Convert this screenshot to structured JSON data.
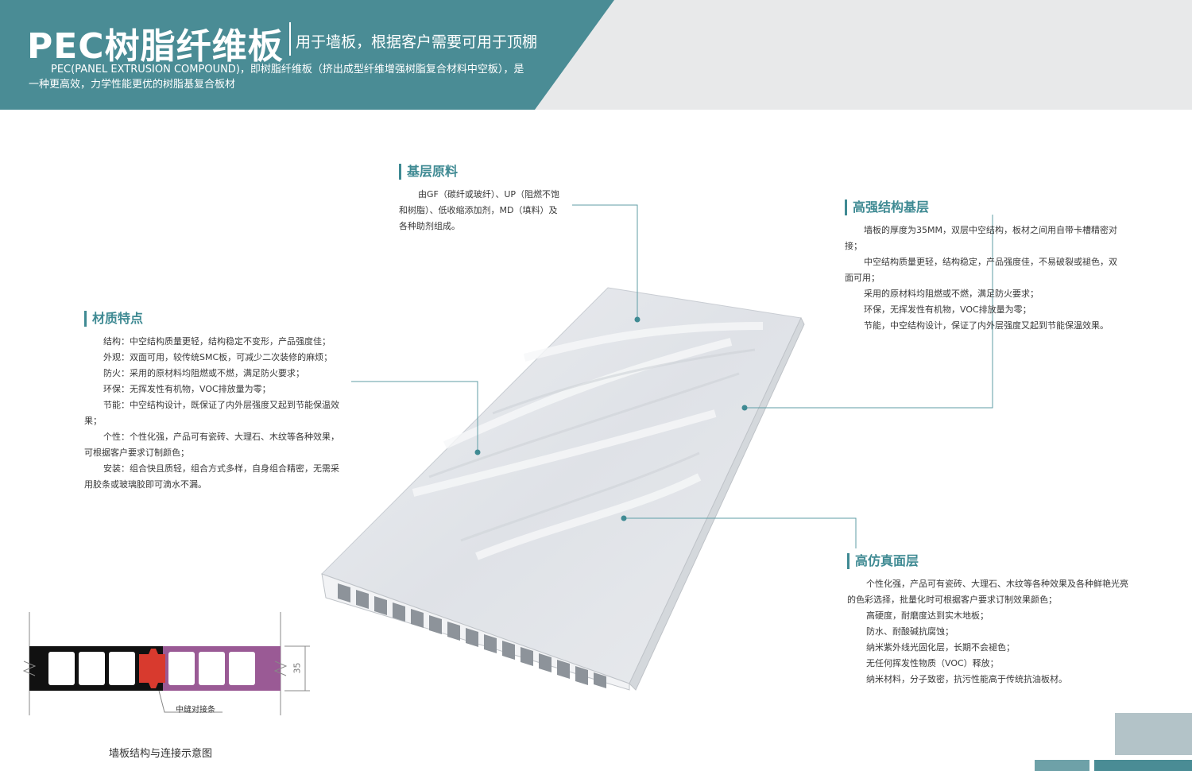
{
  "header": {
    "title": "PEC树脂纤维板",
    "subtitle": "用于墙板，根据客户需要可用于顶棚",
    "desc_line1": "PEC(PANEL EXTRUSION COMPOUND)，即树脂纤维板（挤出成型纤维增强树脂复合材料中空板），是",
    "desc_line2": "一种更高效，力学性能更优的树脂基复合板材"
  },
  "sections": {
    "base": {
      "title": "基层原料",
      "lines": [
        "由GF（碳纤或玻纤）、UP（阻燃不饱",
        "和树脂）、低收缩添加剂，MD（填料）及",
        "各种助剂组成。"
      ]
    },
    "strong": {
      "title": "高强结构基层",
      "lines": [
        "墙板的厚度为35MM，双层中空结构，板材之间用自带卡槽精密对",
        "接；",
        "中空结构质量更轻，结构稳定，产品强度佳，不易破裂或褪色，双",
        "面可用；",
        "采用的原材料均阻燃或不燃，满足防火要求；",
        "环保，无挥发性有机物，VOC排放量为零；",
        "节能，中空结构设计，保证了内外层强度又起到节能保温效果。"
      ]
    },
    "material": {
      "title": "材质特点",
      "lines": [
        "结构：中空结构质量更轻，结构稳定不变形，产品强度佳；",
        "外观：双面可用，较传统SMC板，可减少二次装修的麻烦；",
        "防火：采用的原材料均阻燃或不燃，满足防火要求；",
        "环保：无挥发性有机物，VOC排放量为零；",
        "节能：中空结构设计，既保证了内外层强度又起到节能保温效",
        "果；",
        "个性：个性化强，产品可有瓷砖、大理石、木纹等各种效果，",
        "可根据客户要求订制颜色；",
        "安装：组合快且质轻，组合方式多样，自身组合精密，无需采",
        "用胶条或玻璃胶即可滴水不漏。"
      ]
    },
    "face": {
      "title": "高仿真面层",
      "lines": [
        "个性化强，产品可有瓷砖、大理石、木纹等各种效果及各种鲜艳光亮",
        "的色彩选择，批量化时可根据客户要求订制效果颜色；",
        "高硬度，耐磨度达到实木地板；",
        "防水、耐酸碱抗腐蚀；",
        "纳米紫外线光固化层，长期不会褪色；",
        "无任何挥发性物质（VOC）释放；",
        "纳米材料，分子致密，抗污性能高于传统抗油板材。"
      ]
    }
  },
  "diagram": {
    "caption": "墙板结构与连接示意图",
    "joint_label": "中缝对接条",
    "dimension": "35"
  },
  "colors": {
    "teal": "#4a8c95",
    "accent": "#3f8a93",
    "header_gray": "#e8e9ea",
    "leader": "#5f9ea6",
    "joint_red": "#d83a2e",
    "joint_purple": "#9a5a95",
    "block_light": "#b3c3c8",
    "block_teal": "#6ea1a8"
  }
}
